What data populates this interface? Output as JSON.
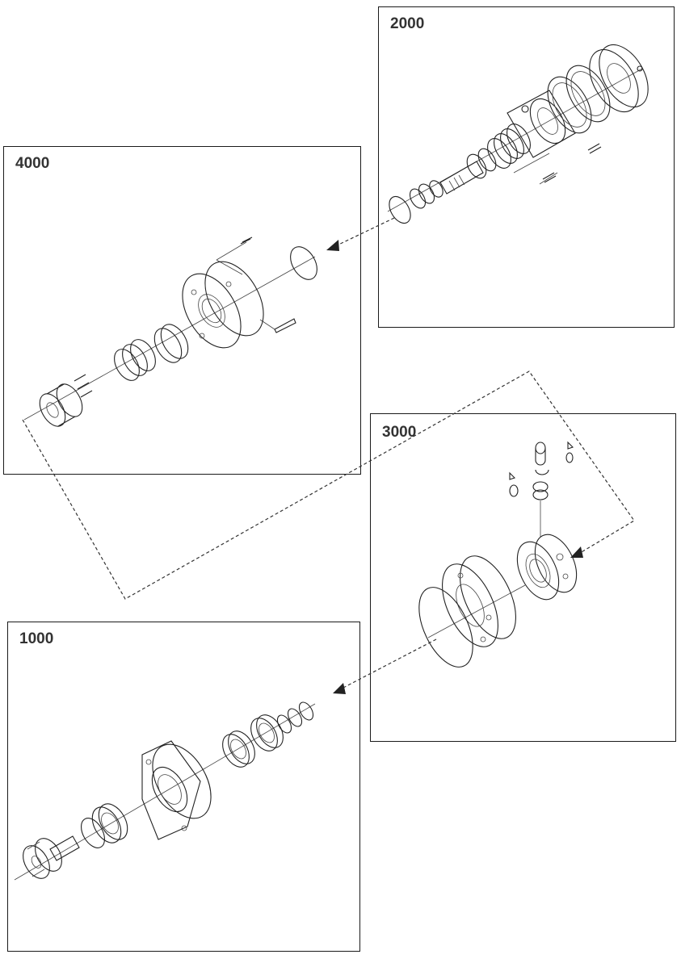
{
  "assemblies": [
    {
      "id": "f2000",
      "label": "2000"
    },
    {
      "id": "f4000",
      "label": "4000"
    },
    {
      "id": "f3000",
      "label": "3000"
    },
    {
      "id": "f1000",
      "label": "1000"
    }
  ],
  "colors": {
    "line": "#222222",
    "label": "#333333",
    "background": "#ffffff"
  },
  "connectors": [
    {
      "name": "arrow-2000-to-4000",
      "style": "dashed"
    },
    {
      "name": "loop-4000-to-3000",
      "style": "dashed"
    },
    {
      "name": "arrow-3000-to-1000",
      "style": "dashed"
    }
  ]
}
